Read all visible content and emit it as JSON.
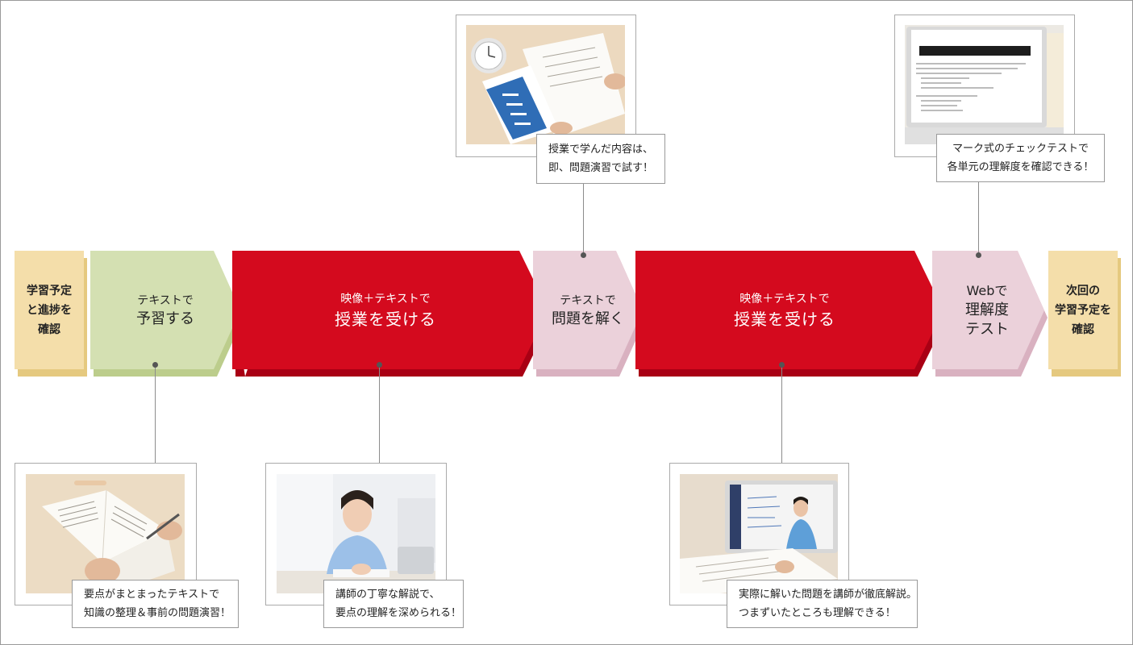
{
  "colors": {
    "tan": "#f4deaa",
    "tan_shade": "#e5c97f",
    "green": "#d4e0b2",
    "green_shade": "#bccd8c",
    "red": "#d40a1e",
    "red_shade": "#a90014",
    "pink": "#ebd1da",
    "pink_shade": "#d9b1c0"
  },
  "steps": [
    {
      "id": "start",
      "lines": [
        "学習予定",
        "と進捗を",
        "確認"
      ],
      "color": "tan"
    },
    {
      "id": "preview",
      "line1": "テキストで",
      "line2": "予習する",
      "color": "green"
    },
    {
      "id": "lecture1",
      "line1": "映像＋テキストで",
      "line2": "授業を受ける",
      "color": "red"
    },
    {
      "id": "practice",
      "line1": "テキストで",
      "line2": "問題を解く",
      "color": "pink"
    },
    {
      "id": "lecture2",
      "line1": "映像＋テキストで",
      "line2": "授業を受ける",
      "color": "red"
    },
    {
      "id": "webtest",
      "lines": [
        "Webで",
        "理解度",
        "テスト"
      ],
      "color": "pink"
    },
    {
      "id": "next",
      "lines": [
        "次回の",
        "学習予定を",
        "確認"
      ],
      "color": "tan"
    }
  ],
  "callouts": {
    "preview": [
      "要点がまとまったテキストで",
      "知識の整理＆事前の問題演習！"
    ],
    "lecture1": [
      "講師の丁寧な解説で、",
      "要点の理解を深められる！"
    ],
    "practice": [
      "授業で学んだ内容は、",
      "即、問題演習で試す！"
    ],
    "lecture2": [
      "実際に解いた問題を講師が徹底解説。",
      "つまずいたところも理解できる！"
    ],
    "webtest": [
      "マーク式のチェックテストで",
      "各単元の理解度を確認できる！"
    ]
  },
  "icons": {
    "preview_photo": "textbook-study-photo",
    "lecture1_photo": "student-writing-photo",
    "practice_photo": "worksheet-practice-photo",
    "lecture2_photo": "video-lecture-laptop-photo",
    "webtest_photo": "web-test-screen-photo"
  }
}
